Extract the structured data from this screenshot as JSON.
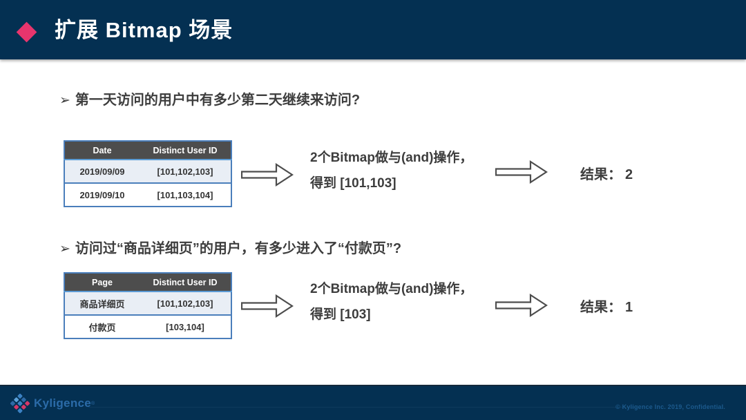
{
  "header": {
    "title": "扩展 Bitmap 场景"
  },
  "sections": [
    {
      "bullet": "➢",
      "question": "第一天访问的用户中有多少第二天继续来访问?",
      "table": {
        "headers": [
          "Date",
          "Distinct User ID"
        ],
        "rows": [
          [
            "2019/09/09",
            "[101,102,103]"
          ],
          [
            "2019/09/10",
            "[101,103,104]"
          ]
        ]
      },
      "operation_line1": "2个Bitmap做与(and)操作，",
      "operation_line2": "得到 [101,103]",
      "result_label": "结果：",
      "result_value": "2"
    },
    {
      "bullet": "➢",
      "question": "访问过“商品详细页”的用户，有多少进入了“付款页”?",
      "table": {
        "headers": [
          "Page",
          "Distinct User ID"
        ],
        "rows": [
          [
            "商品详细页",
            "[101,102,103]"
          ],
          [
            "付款页",
            "[103,104]"
          ]
        ]
      },
      "operation_line1": "2个Bitmap做与(and)操作，",
      "operation_line2": "得到 [103]",
      "result_label": "结果：",
      "result_value": "1"
    }
  ],
  "footer": {
    "logo_text": "Kyligence",
    "logo_reg": "®",
    "copyright": "© Kyligence Inc. 2019, Confidential."
  },
  "colors": {
    "navy": "#043052",
    "accent_pink": "#e8356d",
    "table_border_blue": "#4a7ebb",
    "table_header_gray": "#4d4d4d",
    "row_highlight": "#e9eef5",
    "arrow_gray": "#4d4d4d",
    "logo_blue": "#2b6ba8"
  }
}
